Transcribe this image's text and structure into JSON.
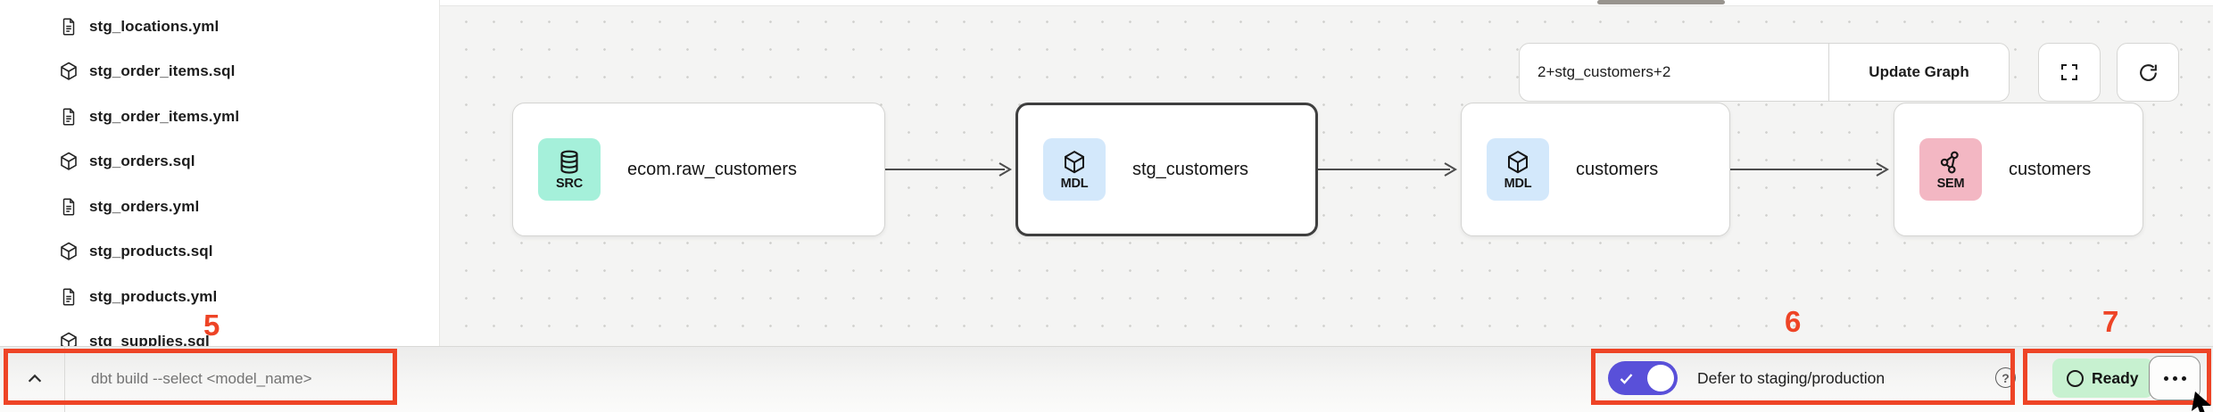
{
  "colors": {
    "annotation_red": "#ee4426",
    "toggle_purple": "#5950d9",
    "ready_green_bg": "#c7f1d0",
    "badge_src_bg": "#a5f0da",
    "badge_mdl_bg": "#d3e8fb",
    "badge_sem_bg": "#f3b7c3",
    "graph_bg": "#f4f4f3"
  },
  "sidebar": {
    "files": [
      {
        "label": "stg_locations.yml",
        "icon": "yaml-file-icon"
      },
      {
        "label": "stg_order_items.sql",
        "icon": "model-file-icon"
      },
      {
        "label": "stg_order_items.yml",
        "icon": "yaml-file-icon"
      },
      {
        "label": "stg_orders.sql",
        "icon": "model-file-icon"
      },
      {
        "label": "stg_orders.yml",
        "icon": "yaml-file-icon"
      },
      {
        "label": "stg_products.sql",
        "icon": "model-file-icon"
      },
      {
        "label": "stg_products.yml",
        "icon": "yaml-file-icon"
      },
      {
        "label": "stg_supplies.sql",
        "icon": "model-file-icon",
        "partially_visible": true
      }
    ]
  },
  "lineage": {
    "selector": {
      "value": "2+stg_customers+2",
      "update_button_label": "Update Graph"
    },
    "nodes": [
      {
        "badge": "SRC",
        "label": "ecom.raw_customers",
        "type": "source",
        "selected": false
      },
      {
        "badge": "MDL",
        "label": "stg_customers",
        "type": "model",
        "selected": true
      },
      {
        "badge": "MDL",
        "label": "customers",
        "type": "model",
        "selected": false
      },
      {
        "badge": "SEM",
        "label": "customers",
        "type": "semantic-model",
        "selected": false
      }
    ],
    "edges": [
      {
        "from": 0,
        "to": 1
      },
      {
        "from": 1,
        "to": 2
      },
      {
        "from": 2,
        "to": 3
      }
    ]
  },
  "bottom_bar": {
    "command_input_placeholder": "dbt build --select <model_name>",
    "defer": {
      "label": "Defer to staging/production",
      "enabled": true
    },
    "status": {
      "label": "Ready"
    }
  },
  "annotations": {
    "box5": "5",
    "box6": "6",
    "box7": "7"
  }
}
